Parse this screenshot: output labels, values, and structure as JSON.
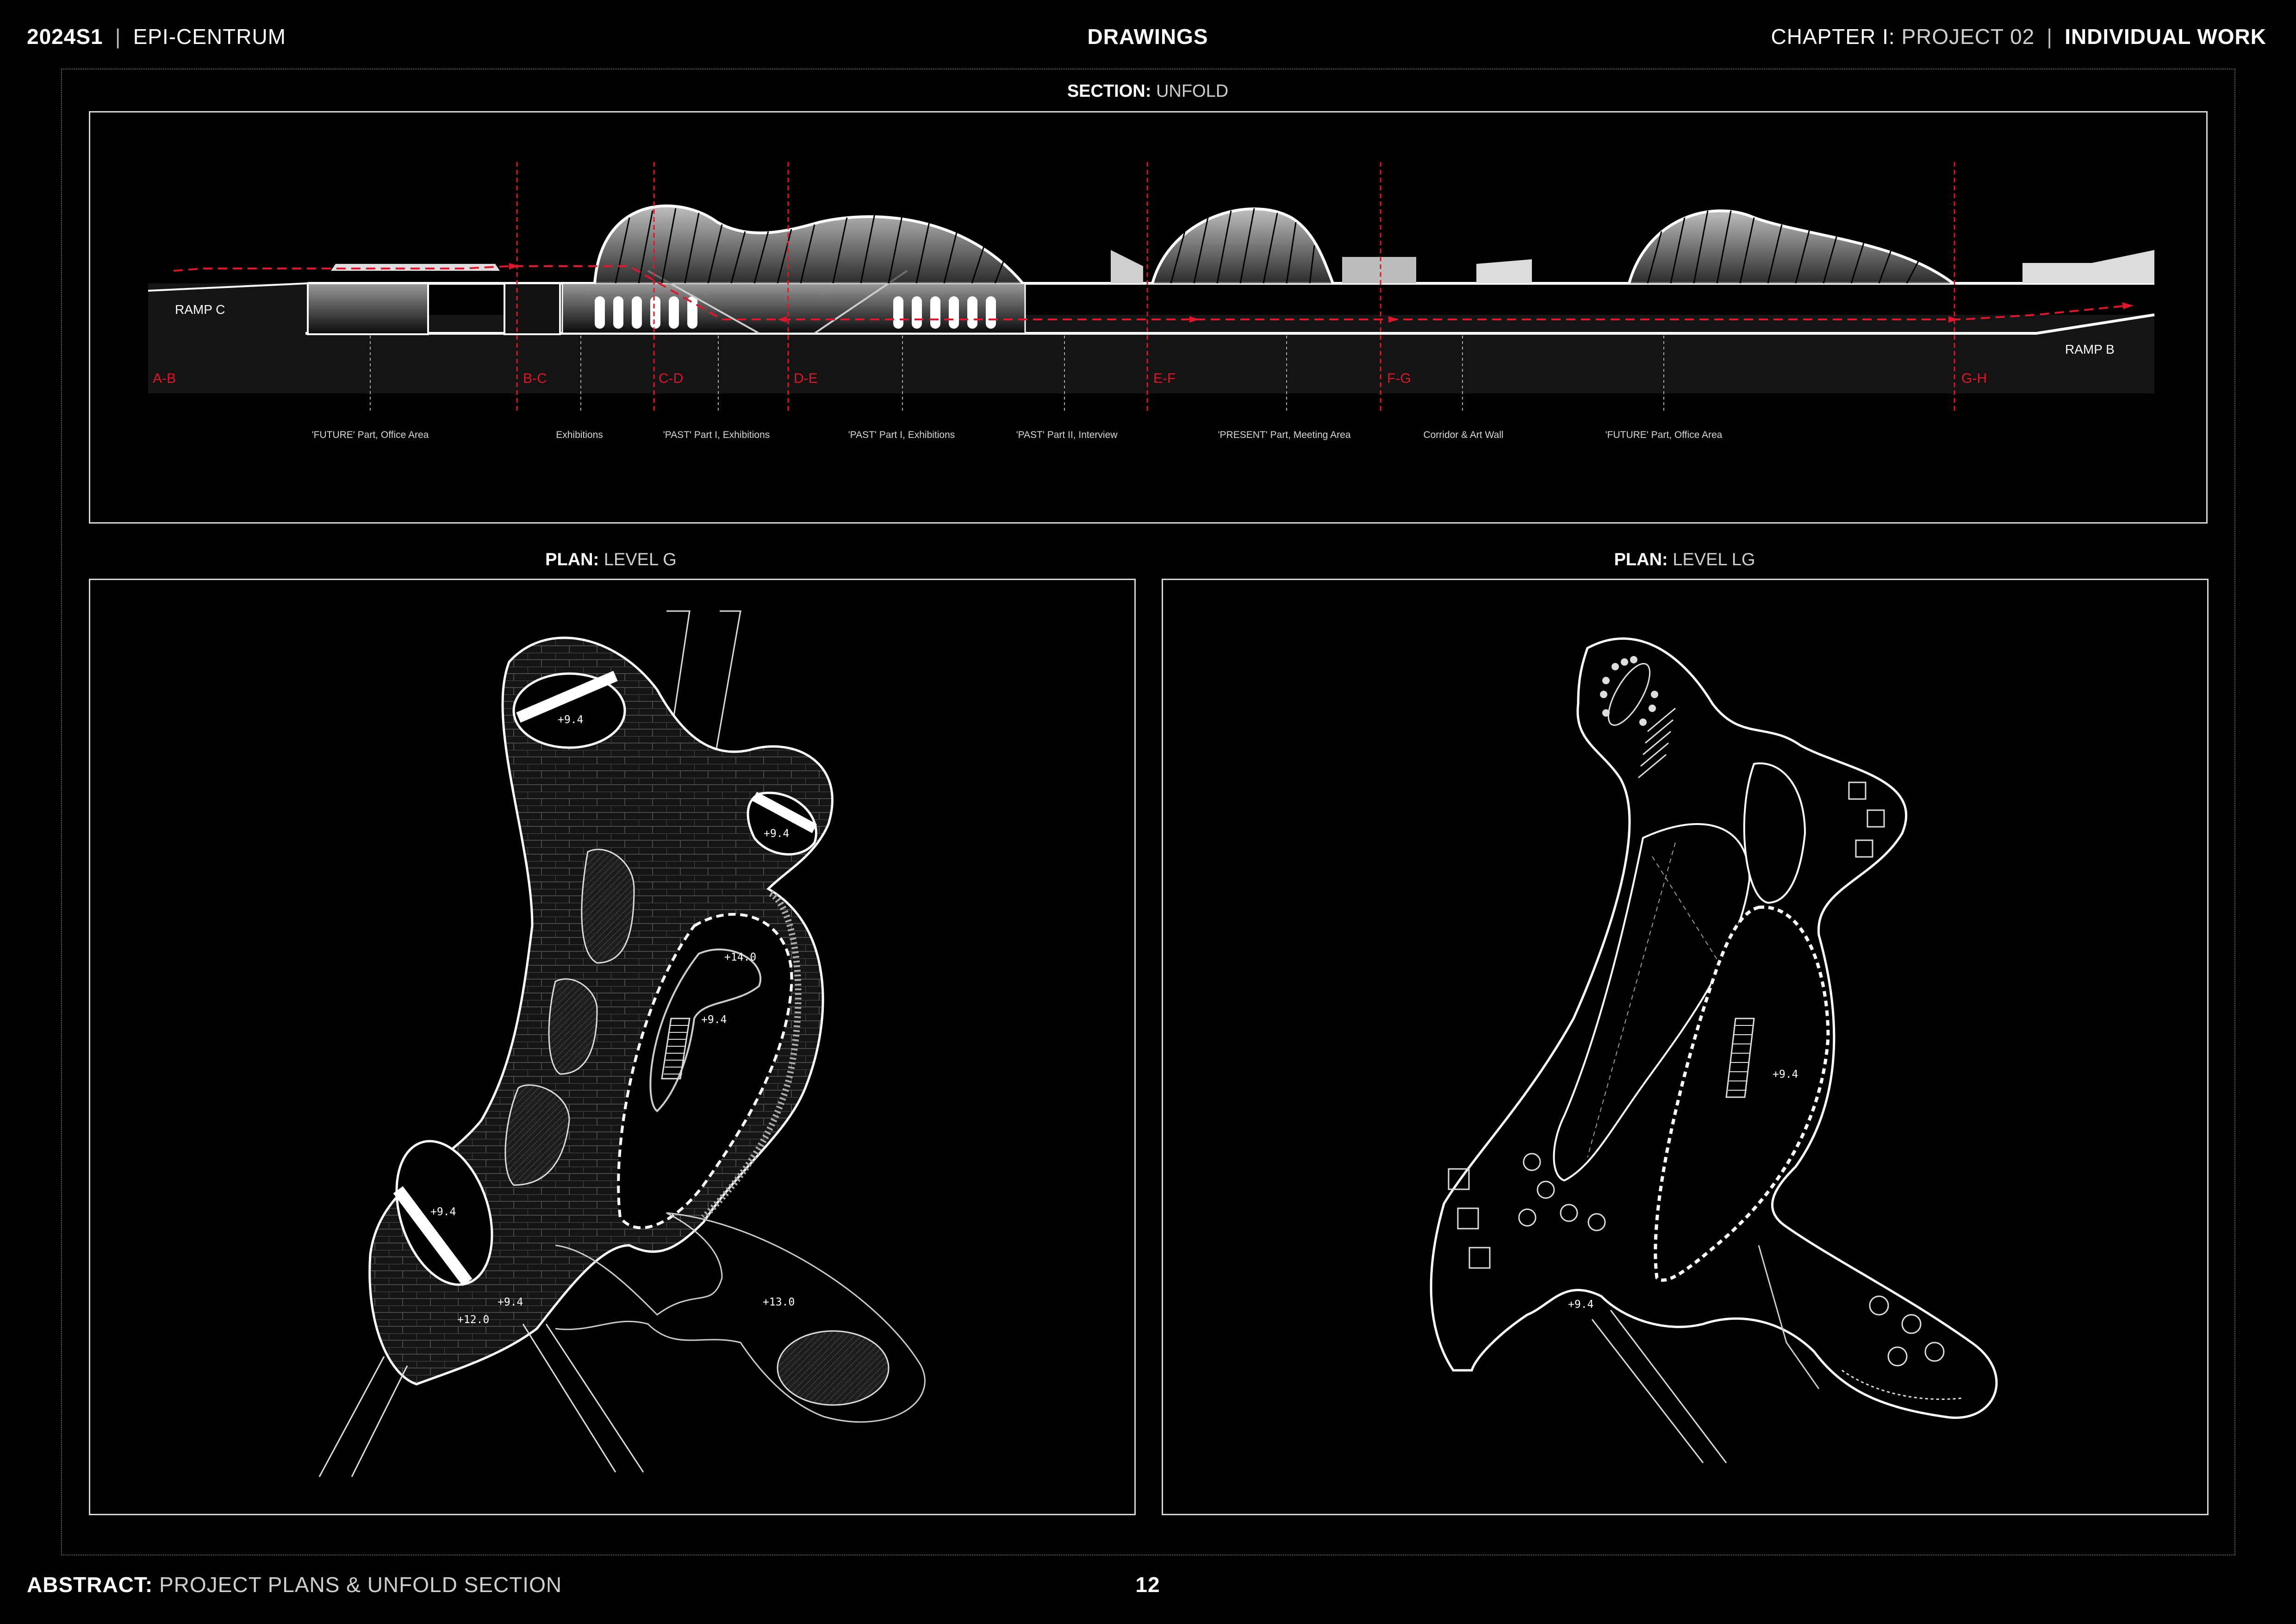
{
  "header": {
    "course": "2024S1",
    "project": "EPI-CENTRUM",
    "center": "DRAWINGS",
    "chapter_bold": "CHAPTER I:",
    "chapter_light": "PROJECT 02",
    "work": "INDIVIDUAL WORK",
    "divider": "|"
  },
  "section": {
    "title_bold": "SECTION:",
    "title_light": "UNFOLD",
    "ramp_left": "RAMP C",
    "ramp_right": "RAMP B",
    "cut_marks": [
      "A-B",
      "B-C",
      "C-D",
      "D-E",
      "E-F",
      "F-G",
      "G-H"
    ],
    "zone_labels": [
      "'FUTURE' Part, Office Area",
      "Exhibitions",
      "'PAST' Part I, Exhibitions",
      "'PAST' Part I, Exhibitions",
      "'PAST' Part II, Interview",
      "'PRESENT' Part, Meeting Area",
      "Corridor & Art Wall",
      "'FUTURE' Part, Office Area"
    ]
  },
  "plan_g": {
    "title_bold": "PLAN:",
    "title_light": "LEVEL G",
    "elevations": [
      "+9.4",
      "+9.4",
      "+14.0",
      "+9.4",
      "+9.4",
      "+9.4",
      "+12.0",
      "+13.0"
    ]
  },
  "plan_lg": {
    "title_bold": "PLAN:",
    "title_light": "LEVEL LG",
    "elevations": [
      "+9.4",
      "+9.4"
    ]
  },
  "footer": {
    "abstract_bold": "ABSTRACT:",
    "abstract_light": "PROJECT PLANS & UNFOLD SECTION",
    "page": "12"
  },
  "colors": {
    "background": "#000000",
    "line": "#ffffff",
    "section_cut": "#e0162b"
  }
}
